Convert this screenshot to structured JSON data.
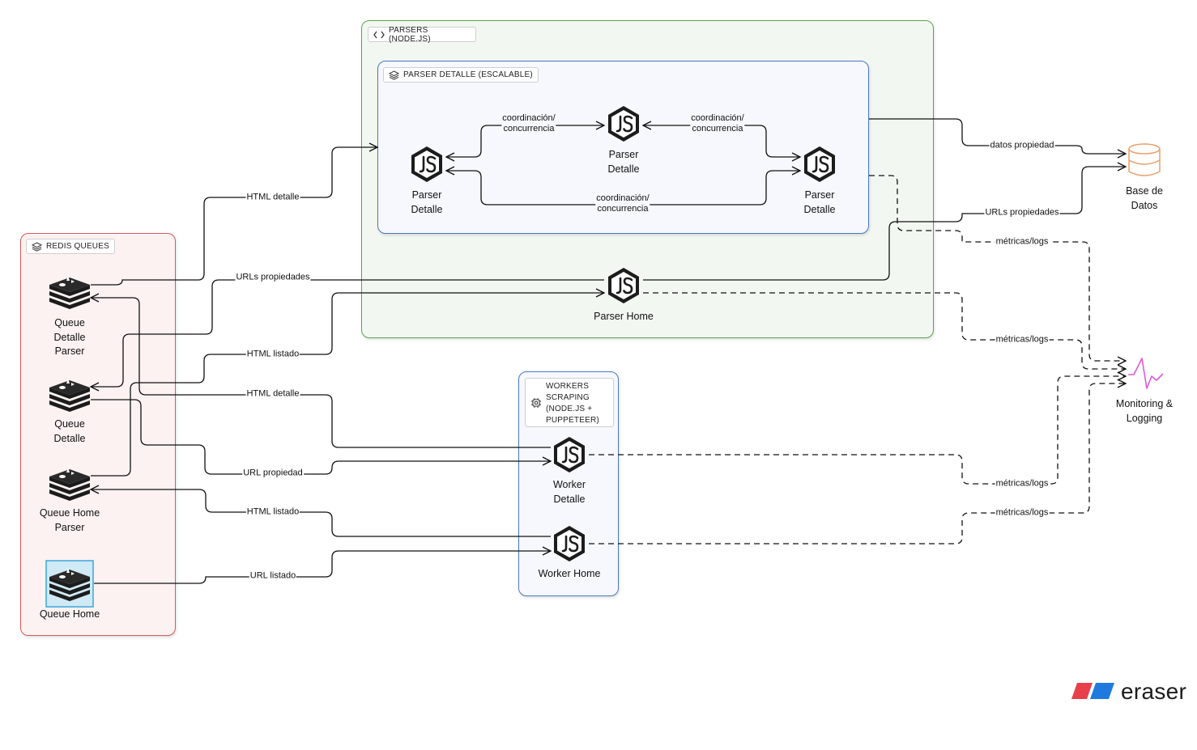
{
  "groups": {
    "parsers": "PARSERS (NODE.JS)",
    "parser_detalle": "PARSER DETALLE (ESCALABLE)",
    "redis": "REDIS QUEUES",
    "workers": "WORKERS\nSCRAPING\n(NODE.JS +\nPUPPETEER)"
  },
  "nodes": {
    "queue_detalle_parser": "Queue\nDetalle\nParser",
    "queue_detalle": "Queue\nDetalle",
    "queue_home_parser": "Queue Home\nParser",
    "queue_home": "Queue Home",
    "parser_detalle_1": "Parser\nDetalle",
    "parser_detalle_2": "Parser\nDetalle",
    "parser_detalle_3": "Parser\nDetalle",
    "parser_home": "Parser Home",
    "worker_detalle": "Worker\nDetalle",
    "worker_home": "Worker Home",
    "base_de_datos": "Base de\nDatos",
    "monitoring": "Monitoring &\nLogging"
  },
  "edges": {
    "html_detalle_1": "HTML detalle",
    "urls_propiedades_1": "URLs propiedades",
    "html_listado_1": "HTML listado",
    "html_detalle_2": "HTML detalle",
    "url_propiedad": "URL propiedad",
    "html_listado_2": "HTML listado",
    "url_listado": "URL listado",
    "coord_1": "coordinación/\nconcurrencia",
    "coord_2": "coordinación/\nconcurrencia",
    "coord_3": "coordinación/\nconcurrencia",
    "datos_propiedad": "datos propiedad",
    "urls_propiedades_2": "URLs propiedades",
    "metricas_1": "métricas/logs",
    "metricas_2": "métricas/logs",
    "metricas_3": "métricas/logs",
    "metricas_4": "métricas/logs"
  },
  "icons": {
    "nodejs": "nodejs-icon",
    "redis": "redis-icon",
    "database": "database-icon",
    "monitoring": "pulse-icon",
    "code": "code-icon",
    "layers": "layers-icon",
    "cpu": "cpu-icon"
  },
  "colors": {
    "parsers_fill": "#f2f8f1",
    "parsers_border": "#5aa552",
    "blue_border": "#4b77c4",
    "redis_fill": "#fdf2f2",
    "redis_border": "#d45b5b",
    "database": "#e8a06a",
    "monitoring": "#e25ad6",
    "selected_fill": "#cfe9f5",
    "selected_border": "#3aa7dc"
  },
  "branding": {
    "logo_text": "eraser"
  }
}
